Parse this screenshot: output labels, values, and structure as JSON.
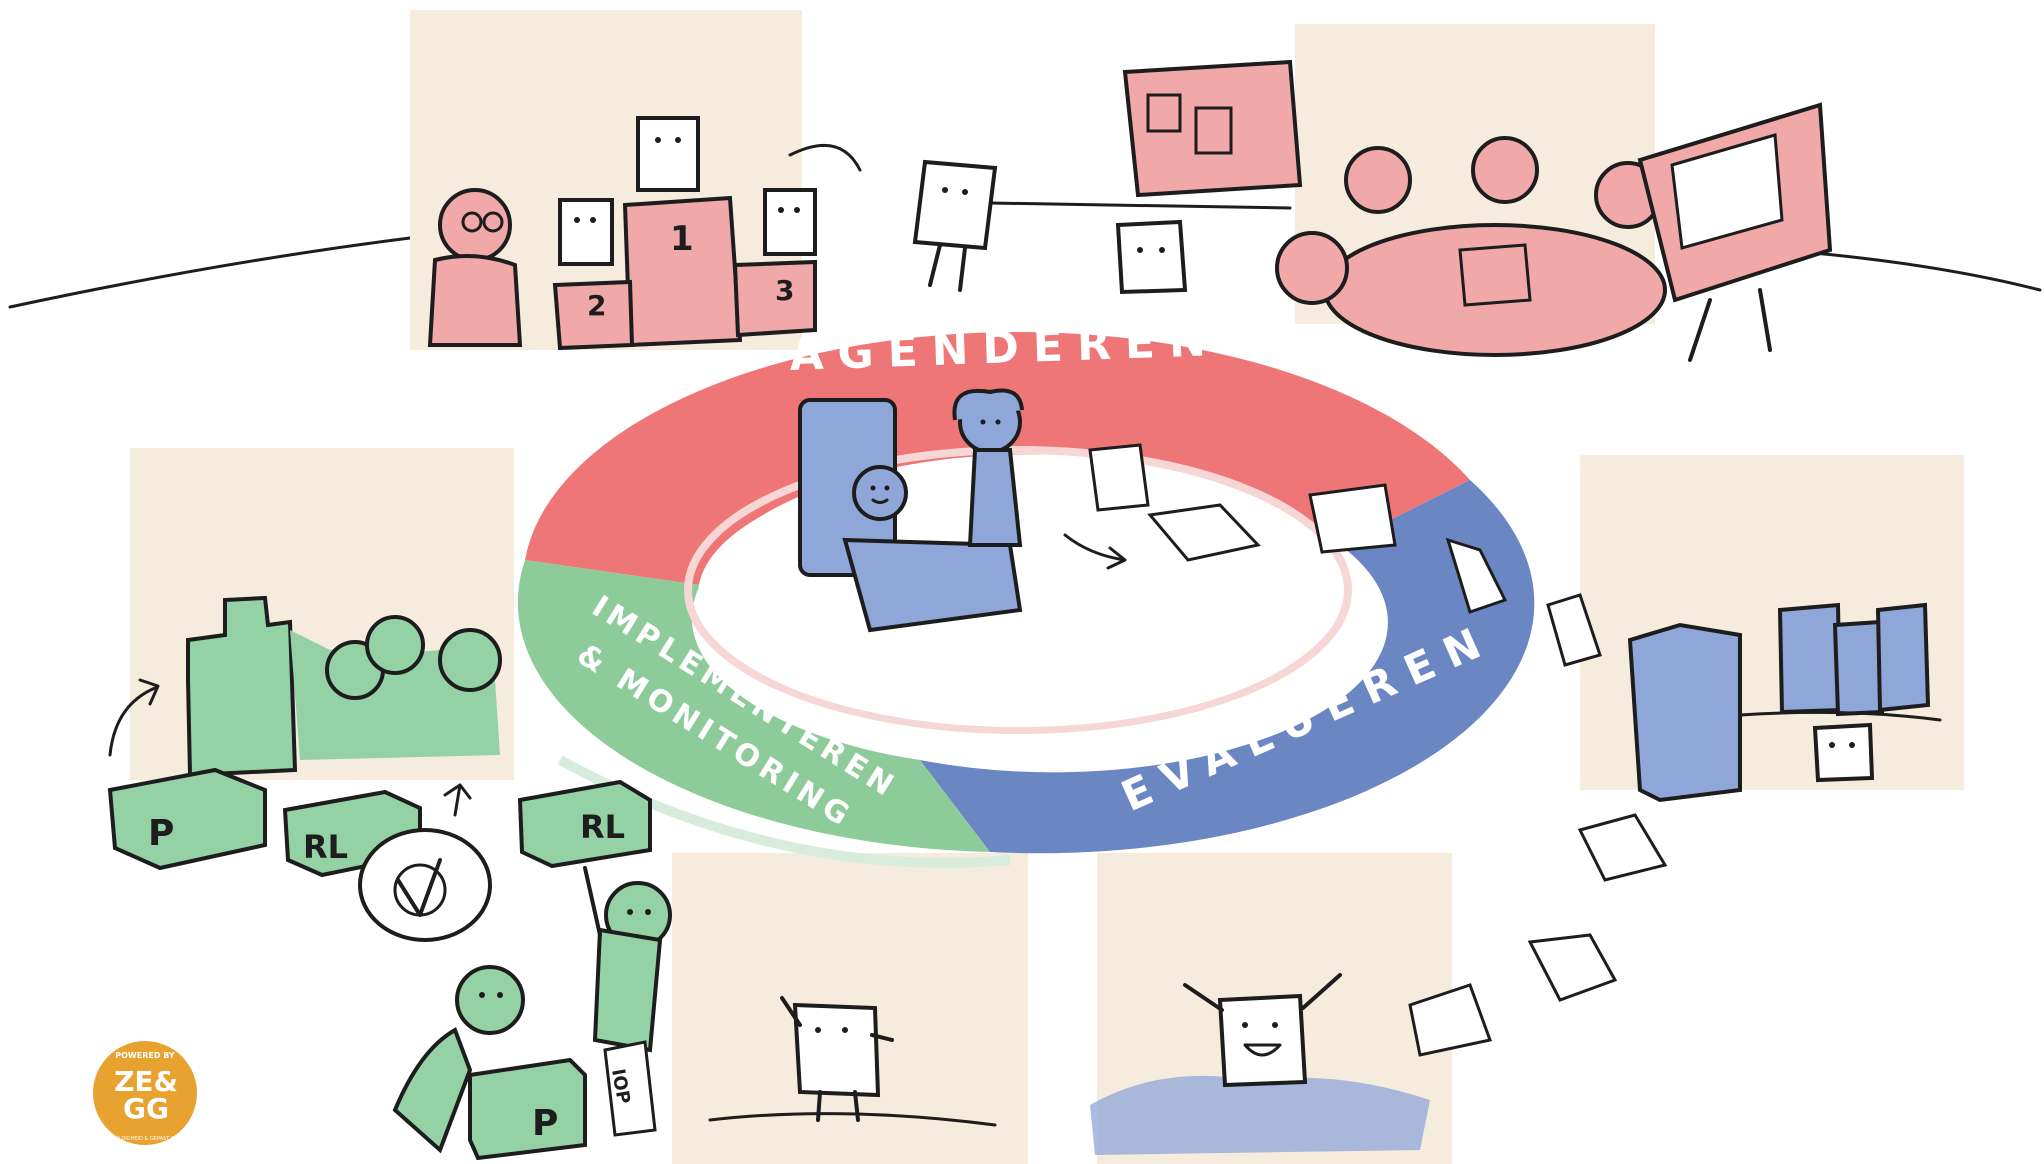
{
  "cycle": {
    "phases": [
      {
        "id": "agenderen",
        "label": "AGENDEREN",
        "color": "#ef7676"
      },
      {
        "id": "evalueren",
        "label": "EVALUEREN",
        "color": "#6b87c3"
      },
      {
        "id": "implementeren",
        "label": "IMPLEMENTEREN & MONITORING",
        "line1": "IMPLEMENTEREN",
        "line2": "& MONITORING",
        "color": "#8ecb9a"
      }
    ]
  },
  "colors": {
    "panel_bg": "#f5ecdd",
    "red_fill": "#f0a8a8",
    "blue_fill": "#8ea6d8",
    "green_fill": "#94d2a5",
    "ink": "#1d1d1d"
  },
  "podium": {
    "place1": "1",
    "place2": "2",
    "place3": "3"
  },
  "boxes": {
    "box1": "P",
    "box2": "RL",
    "box3": "RL",
    "box4": "P"
  },
  "notes": {
    "vertical": "IOP"
  },
  "logo": {
    "main_line1": "ZE&",
    "main_line2": "GG",
    "top_text": "POWERED BY",
    "ring_text": "ZORGVULDIGHEID & GEPAST GEBRUIK",
    "color": "#e7a22f"
  }
}
